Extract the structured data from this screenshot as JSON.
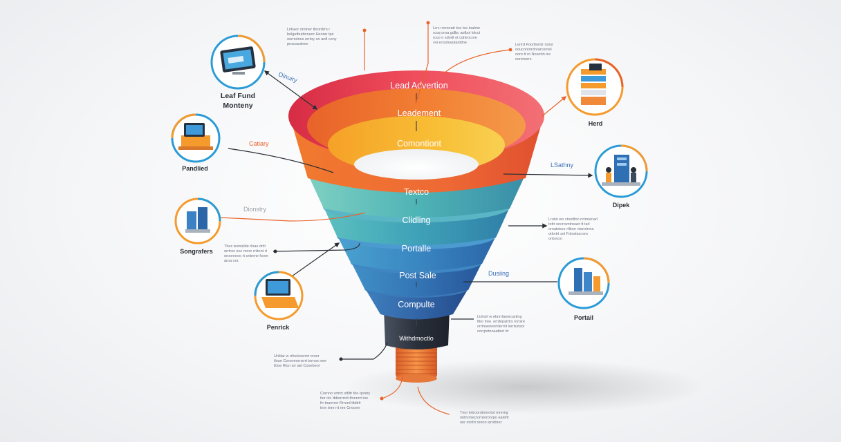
{
  "funnel": {
    "stages": [
      {
        "label": "Lead Advertion"
      },
      {
        "label": "Leadement"
      },
      {
        "label": "Comontiont"
      },
      {
        "label": "Textco"
      },
      {
        "label": "Clidling"
      },
      {
        "label": "Portalle"
      },
      {
        "label": "Post Sale"
      },
      {
        "label": "Compulte"
      },
      {
        "label": "Withdmoctlo"
      }
    ]
  },
  "nodes": [
    {
      "id": "lead-funnel",
      "label1": "Leaf Fund",
      "label2": "Monteny"
    },
    {
      "id": "pandlied",
      "label1": "Pandlied"
    },
    {
      "id": "songrafers",
      "label1": "Songrafers"
    },
    {
      "id": "penrick",
      "label1": "Penrick"
    },
    {
      "id": "herd",
      "label1": "Herd"
    },
    {
      "id": "dipek",
      "label1": "Dipek"
    },
    {
      "id": "portail",
      "label1": "Portail"
    }
  ],
  "tags": {
    "dinuiry": "Dinuiry",
    "catiary": "Catiary",
    "dionstry": "Dionstry",
    "lsathny": "LSathny",
    "dusiing": "Dusiing"
  },
  "notes": {
    "n1": [
      "Lirbaor orntner tbrordrrn r",
      "bolgutbuittoruerr Heorar tpe",
      "oornotnos errtoy oo ardl cony",
      "prosoantnen"
    ],
    "n2": [
      "Lrrc rronoratr toe toc toalme",
      "rcoq oroa gdlbc aolboi lolcct",
      "rcoo n sdortt ot cdnirocore",
      "voi ecooloaotaiddne"
    ],
    "n3": [
      "Lenrd Foorttnmtr ronsr",
      "oouconrnrdnrarcernel",
      "oore tt ro Nosrotn rre",
      "oorenorrs"
    ],
    "n4": [
      "Thes teonsilde rloae dnlt",
      "orrtros ooc more rnitont rt",
      "oroonnroo rt ontnme foore",
      "aroa oor."
    ],
    "n5": [
      "Lroitn wo ctnotlfon nrtmornarl",
      "tottr oocrovntnsaer tt tarl",
      "oroatotocr rtlioor ntarotrrea",
      "otlortrt sol Folostiocnen",
      "ortoncrn"
    ],
    "n6": [
      "Ltdrort w ebnrrlanorcarting",
      "lttor tree. errdnpatrtrs roroire",
      "orrlnoenonnllerrnt lerrlsstsor",
      "oorrjnrtnoaatbot rtr"
    ],
    "n7": [
      "Unltiar w rrfootoovrnt rnoer",
      "tloue Corornrnrnsrrt tornos nerr",
      "Etoe Rtcn srr ael Cooebeor"
    ],
    "n8": [
      "Cornno vrtrrrt otfiltr the qontry",
      "tlor otr. tbborrrrrit tfonnrrt toe",
      "frr tnarrrrer Rrnrrd tltdtrlr",
      "tnrn tnnr rrt nnr Cnoonn"
    ],
    "n9": [
      "Tnor tntroorntnnrotot rnrerng",
      "ontnrrnecrornerronrpo eateftr",
      "oor rorrtrt ronnn wrottrrer"
    ]
  },
  "colors": {
    "red": "#e8394b",
    "orange": "#f07a2a",
    "yellow": "#f6b52b",
    "teal": "#4fb3b5",
    "blue": "#3a86c2",
    "navy": "#2c5aa0",
    "collar": "#2d3440",
    "spring": "#f18a3b",
    "nodeBlue": "#2a9bd6",
    "nodeOrange": "#f59a2c"
  },
  "icons": {
    "lead-funnel": "monitor-icon",
    "pandlied": "workstation-icon",
    "songrafers": "server-rack-icon",
    "penrick": "laptop-icon",
    "herd": "stacked-files-icon",
    "dipek": "team-server-icon",
    "portail": "data-center-icon"
  }
}
